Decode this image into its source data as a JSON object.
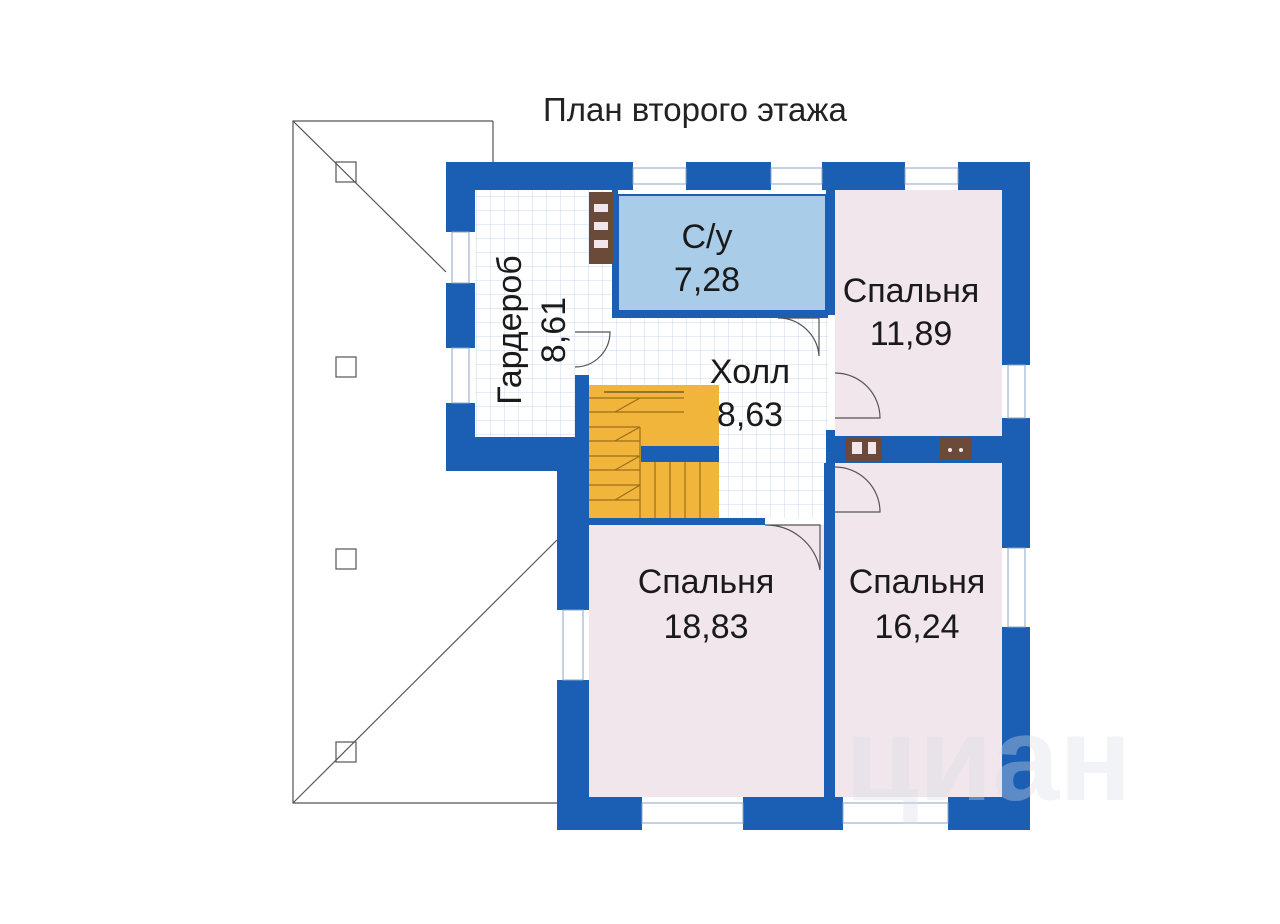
{
  "title": "План второго этажа",
  "colors": {
    "wall": "#1b5fb4",
    "bath_fill": "#a9cde8",
    "bedroom_fill": "#f1e6ec",
    "tile_fill": "#ffffff",
    "tile_grid": "#c8d9ef",
    "stairs_fill": "#f2b53c",
    "roof_line": "#555555",
    "vent_fill": "#6b4a3a"
  },
  "rooms": {
    "wardrobe": {
      "name": "Гардероб",
      "area": "8,61"
    },
    "bathroom": {
      "name": "С/у",
      "area": "7,28"
    },
    "hall": {
      "name": "Холл",
      "area": "8,63"
    },
    "bedroom_ne": {
      "name": "Спальня",
      "area": "11,89"
    },
    "bedroom_sw": {
      "name": "Спальня",
      "area": "18,83"
    },
    "bedroom_se": {
      "name": "Спальня",
      "area": "16,24"
    }
  },
  "watermark": "циан"
}
